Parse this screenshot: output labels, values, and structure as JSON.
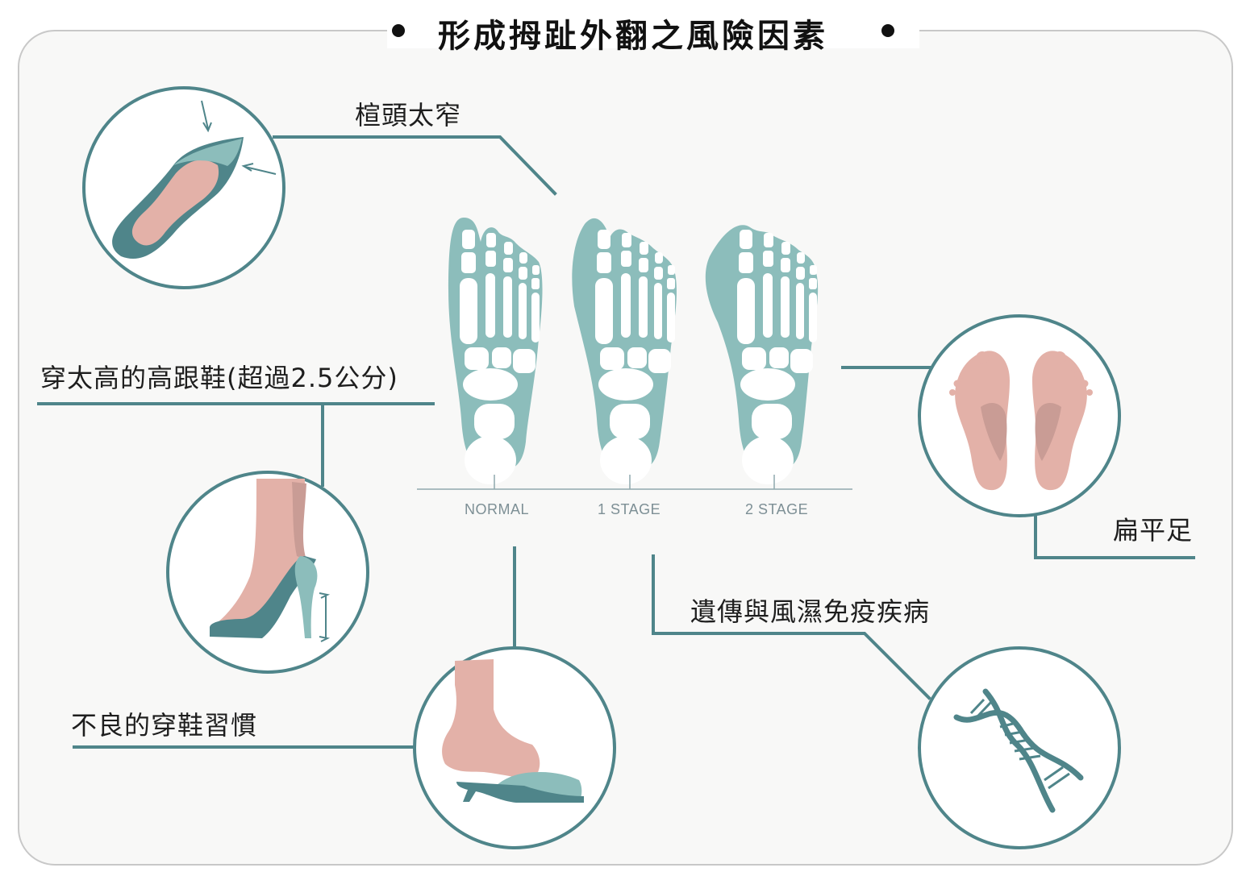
{
  "title": "形成拇趾外翻之風險因素",
  "factors": {
    "narrow_toe": "楦頭太窄",
    "high_heels": "穿太高的高跟鞋(超過2.5公分)",
    "bad_habits": "不良的穿鞋習慣",
    "flat_feet": "扁平足",
    "genetics": "遺傳與風濕免疫疾病"
  },
  "stages": [
    "NORMAL",
    "1 STAGE",
    "2 STAGE"
  ],
  "colors": {
    "teal_dark": "#4f858a",
    "teal_light": "#8cbdbb",
    "skin": "#e3b1a8",
    "skin_dark": "#c99c95",
    "frame_bg": "#f8f8f7",
    "frame_border": "#c8c8c8"
  }
}
